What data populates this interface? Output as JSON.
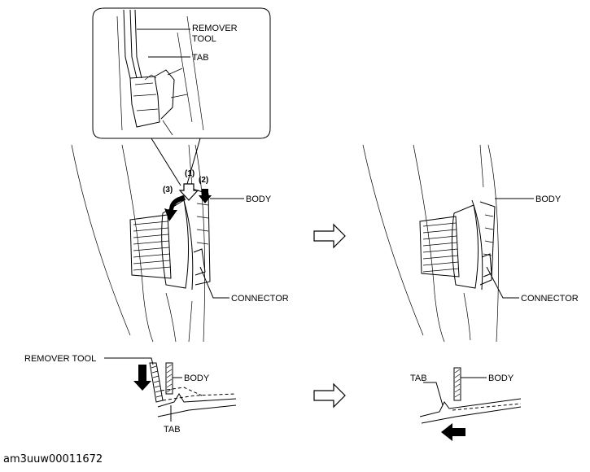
{
  "labels": {
    "remover_tool_top_1": "REMOVER",
    "remover_tool_top_2": "TOOL",
    "tab_top": "TAB",
    "body_left": "BODY",
    "connector_left": "CONNECTOR",
    "body_right": "BODY",
    "connector_right": "CONNECTOR",
    "remover_tool_bottom": "REMOVER TOOL",
    "body_bottom_left": "BODY",
    "tab_bottom_left": "TAB",
    "tab_bottom_right": "TAB",
    "body_bottom_right": "BODY"
  },
  "steps": {
    "s1": "(1)",
    "s2": "(2)",
    "s3": "(3)"
  },
  "image_code": "am3uuw00011672"
}
